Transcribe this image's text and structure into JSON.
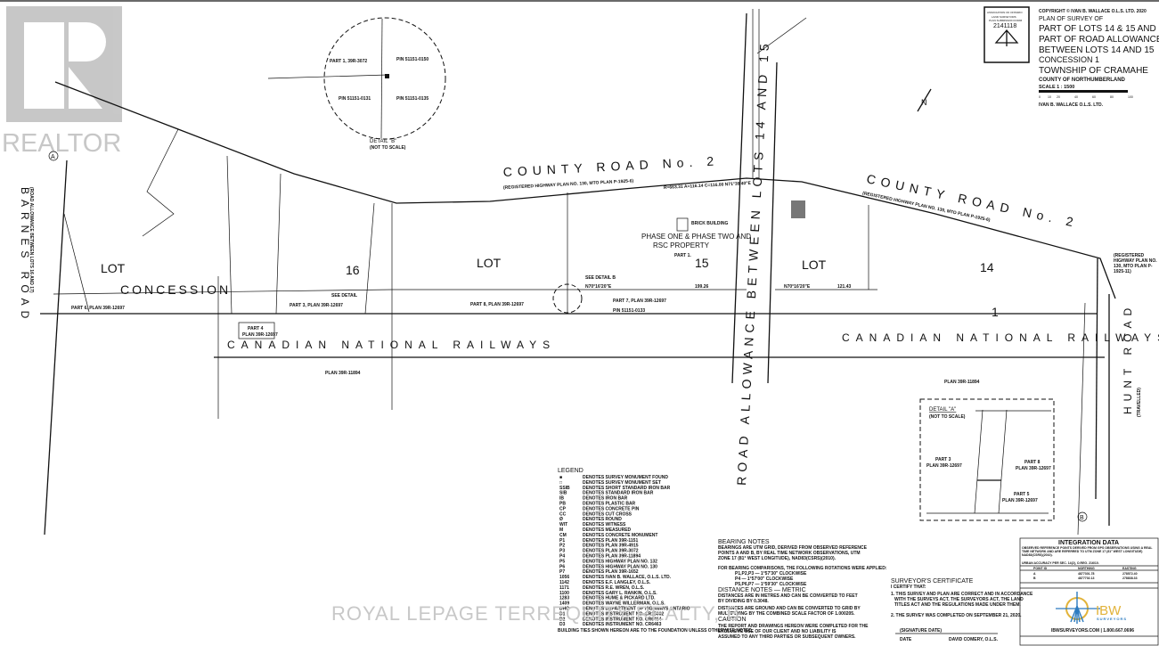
{
  "watermark": {
    "realtor": "REALTOR",
    "brokerage": "ROYAL LEPAGE TERREQUITY REALTY, B"
  },
  "title_block": {
    "seal": {
      "line1": "ASSOCIATION OF ONTARIO",
      "line2": "LAND SURVEYORS",
      "line3": "PLAN SUBMISSION FORM",
      "number": "2141118"
    },
    "copyright": "COPYRIGHT © IVAN B. WALLACE O.L.S. LTD. 2020",
    "plan_of": "PLAN OF SURVEY OF",
    "lines": [
      "PART OF LOTS 14 & 15 AND",
      "PART OF ROAD ALLOWANCE",
      "BETWEEN LOTS 14 AND 15",
      "CONCESSION 1",
      "TOWNSHIP OF CRAMAHE"
    ],
    "county": "COUNTY OF NORTHUMBERLAND",
    "scale": "SCALE 1 : 1500",
    "scale_ticks": [
      "0",
      "10",
      "20",
      "40",
      "60",
      "80",
      "100"
    ],
    "firm": "IVAN B. WALLACE O.L.S. LTD."
  },
  "drawing": {
    "county_road_left": "COUNTY ROAD No. 2",
    "county_road_left_sub": "(REGISTERED HIGHWAY PLAN NO. 130, MTO PLAN P-1925-6)",
    "county_road_right": "COUNTY ROAD No. 2",
    "county_road_right_sub": "(REGISTERED HIGHWAY PLAN NO. 130, MTO PLAN P-1925-6)",
    "barnes_road": "BARNES ROAD",
    "barnes_sub": "(ROAD ALLOWANCE BETWEEN LOTS 16 AND 17)",
    "lot_left": "LOT",
    "concession": "CONCESSION",
    "lot_16": "16",
    "lot_mid": "LOT",
    "lot_15": "15",
    "lot_right": "LOT",
    "lot_14": "14",
    "conc_1": "1",
    "railway_left": "CANADIAN NATIONAL RAILWAYS",
    "railway_right": "CANADIAN NATIONAL RAILWAYS",
    "road_allowance": "ROAD ALLOWANCE BETWEEN LOTS 14 AND 15",
    "hunt_road": "HUNT ROAD",
    "hunt_sub": "(TRAVELLED)",
    "phase": "PHASE ONE & PHASE TWO AND",
    "rsc": "RSC PROPERTY",
    "part1": "PART 1.",
    "see_detail_b": "SEE DETAIL B",
    "see_detail": "SEE DETAIL",
    "part7": "PART 7, PLAN 39R-12697",
    "pin_15": "PIN 51151-0133",
    "part6_left": "PART 6, PLAN 39R-12697",
    "part3": "PART 3, PLAN 39R-12697",
    "part4": "PART 4",
    "part4_plan": "PLAN 39R-12697",
    "part_right": "PART 8, PLAN 39R-12697",
    "registered_hwy": "(REGISTERED HIGHWAY PLAN NO. 130, MTO PLAN P-1925-11)",
    "bearing_mid": "N70°16'20\"E",
    "dist_mid": "199.26",
    "bearing_right": "N70°16'20\"E",
    "dist_right": "121.43",
    "plan_left": "PLAN 39R-11894",
    "plan_right": "PLAN 39R-11894",
    "monument_a": "A",
    "monument_b": "B",
    "curve": "R=663.31 A=116.14 C=116.00 N71°39'40\"E",
    "brick_building": "BRICK BUILDING"
  },
  "detail_b": {
    "title": "DETAIL \"B\"",
    "note": "(NOT TO SCALE)",
    "q1": "PART 1, 39R-3072",
    "q2": "PIN 51151-0150",
    "q3": "PIN 51151-0131",
    "q4": "PIN 51151-0135"
  },
  "detail_a": {
    "title": "DETAIL \"A\"",
    "note": "(NOT TO SCALE)",
    "left": "PART 3",
    "left_plan": "PLAN 39R-12697",
    "right": "PART 8",
    "right_plan": "PLAN 39R-12697",
    "bottom": "PART 5",
    "bottom_plan": "PLAN 39R-12697"
  },
  "legend": {
    "title": "LEGEND",
    "items": [
      [
        "■",
        "DENOTES SURVEY MONUMENT FOUND"
      ],
      [
        "□",
        "DENOTES SURVEY MONUMENT SET"
      ],
      [
        "SSIB",
        "DENOTES SHORT STANDARD IRON BAR"
      ],
      [
        "SIB",
        "DENOTES STANDARD IRON BAR"
      ],
      [
        "IB",
        "DENOTES IRON BAR"
      ],
      [
        "PB",
        "DENOTES PLASTIC BAR"
      ],
      [
        "CP",
        "DENOTES CONCRETE PIN"
      ],
      [
        "CC",
        "DENOTES CUT CROSS"
      ],
      [
        "Ø",
        "DENOTES ROUND"
      ],
      [
        "WIT",
        "DENOTES WITNESS"
      ],
      [
        "M",
        "DENOTES MEASURED"
      ],
      [
        "CM",
        "DENOTES CONCRETE MONUMENT"
      ],
      [
        "P1",
        "DENOTES PLAN 39R-1151"
      ],
      [
        "P2",
        "DENOTES PLAN 39R-4915"
      ],
      [
        "P3",
        "DENOTES PLAN 39R-3072"
      ],
      [
        "P4",
        "DENOTES PLAN 39R-11894"
      ],
      [
        "P5",
        "DENOTES HIGHWAY PLAN NO. 132"
      ],
      [
        "P6",
        "DENOTES HIGHWAY PLAN NO. 130"
      ],
      [
        "P7",
        "DENOTES PLAN 39R-1652"
      ],
      [
        "1056",
        "DENOTES IVAN B. WALLACE, O.L.S. LTD."
      ],
      [
        "1142",
        "DENOTES E.F. LANGLEY, O.L.S."
      ],
      [
        "1171",
        "DENOTES R.E. WREN, O.L.S."
      ],
      [
        "1100",
        "DENOTES GARY L. RANKIN, O.L.S."
      ],
      [
        "1283",
        "DENOTES HUME & PICKARD LTD."
      ],
      [
        "1409",
        "DENOTES WAYNE WILLERMAN, O.L.S."
      ],
      [
        "DHO",
        "DENOTES DEPARTMENT OF HIGHWAYS ONTARIO"
      ],
      [
        "D1",
        "DENOTES INSTRUMENT NO. CR15602"
      ],
      [
        "D2",
        "DENOTES INSTRUMENT NO. CR6464"
      ],
      [
        "D3",
        "DENOTES INSTRUMENT NO. CR6463"
      ]
    ],
    "footer": "BUILDING TIES SHOWN HEREON ARE TO THE FOUNDATION UNLESS OTHERWISE NOTED."
  },
  "notes": {
    "bearing_title": "BEARING NOTES",
    "bearing_text": [
      "BEARINGS ARE UTM GRID, DERIVED FROM OBSERVED REFERENCE",
      "POINTS A AND B, BY REAL TIME NETWORK OBSERVATIONS, UTM",
      "ZONE 17 (81° WEST LONGITUDE), NAD83(CSRS)(2010)."
    ],
    "bearing_cmp": "FOR BEARING COMPARISONS, THE FOLLOWING ROTATIONS WERE APPLIED:",
    "rotations": [
      "P1,P2,P3 — 1°57'30\" CLOCKWISE",
      "P4 — 1°57'00\" CLOCKWISE",
      "P5,P6,P7 — 1°59'30\" CLOCKWISE"
    ],
    "distance_title": "DISTANCE NOTES — METRIC",
    "distance_text": [
      "DISTANCES ARE IN METRES AND CAN BE CONVERTED TO FEET",
      "BY DIVIDING BY 0.3048."
    ],
    "ground_text": [
      "DISTANCES ARE GROUND AND CAN BE CONVERTED TO GRID BY",
      "MULTIPLYING BY THE COMBINED SCALE FACTOR OF 1.000205."
    ],
    "caution_title": "CAUTION",
    "caution_text": [
      "THE REPORT AND DRAWINGS HEREON WERE COMPLETED FOR THE",
      "EXCLUSIVE USE OF OUR CLIENT AND NO LIABILITY IS",
      "ASSUMED TO ANY THIRD PARTIES OR SUBSEQUENT OWNERS."
    ]
  },
  "certificate": {
    "title": "SURVEYOR'S CERTIFICATE",
    "certify": "I CERTIFY THAT:",
    "items": [
      "1. THIS SURVEY AND PLAN ARE CORRECT AND IN ACCORDANCE",
      "WITH THE SURVEYS ACT, THE SURVEYORS ACT, THE LAND",
      "TITLES ACT AND THE REGULATIONS MADE UNDER THEM.",
      "2. THE SURVEY WAS COMPLETED ON SEPTEMBER 21, 2020."
    ],
    "signature": "(SIGNATURE DATE)",
    "date": "DATE",
    "surveyor": "DAVID COMERY, O.L.S."
  },
  "integration": {
    "title": "INTEGRATION DATA",
    "text": "OBSERVED REFERENCE POINTS DERIVED FROM GPS OBSERVATIONS USING A REAL TIME NETWORK AND ARE REFERRED TO UTM ZONE 17 (81° WEST LONGITUDE) NAD83(CSRS)(2010).",
    "accuracy": "URBAN ACCURACY PER SEC. 14(2), O.REG. 216/10.",
    "headers": [
      "POINT ID",
      "NORTHING",
      "EASTING"
    ],
    "rows": [
      [
        "A",
        "4877301.78",
        "278572.40"
      ],
      [
        "B",
        "4877702.13",
        "278838.33"
      ]
    ],
    "logo_name": "IBW",
    "logo_sub": "SURVEYORS",
    "contact": "IBWSURVEYORS.COM | 1.800.667.0696"
  },
  "north_arrow": "N"
}
